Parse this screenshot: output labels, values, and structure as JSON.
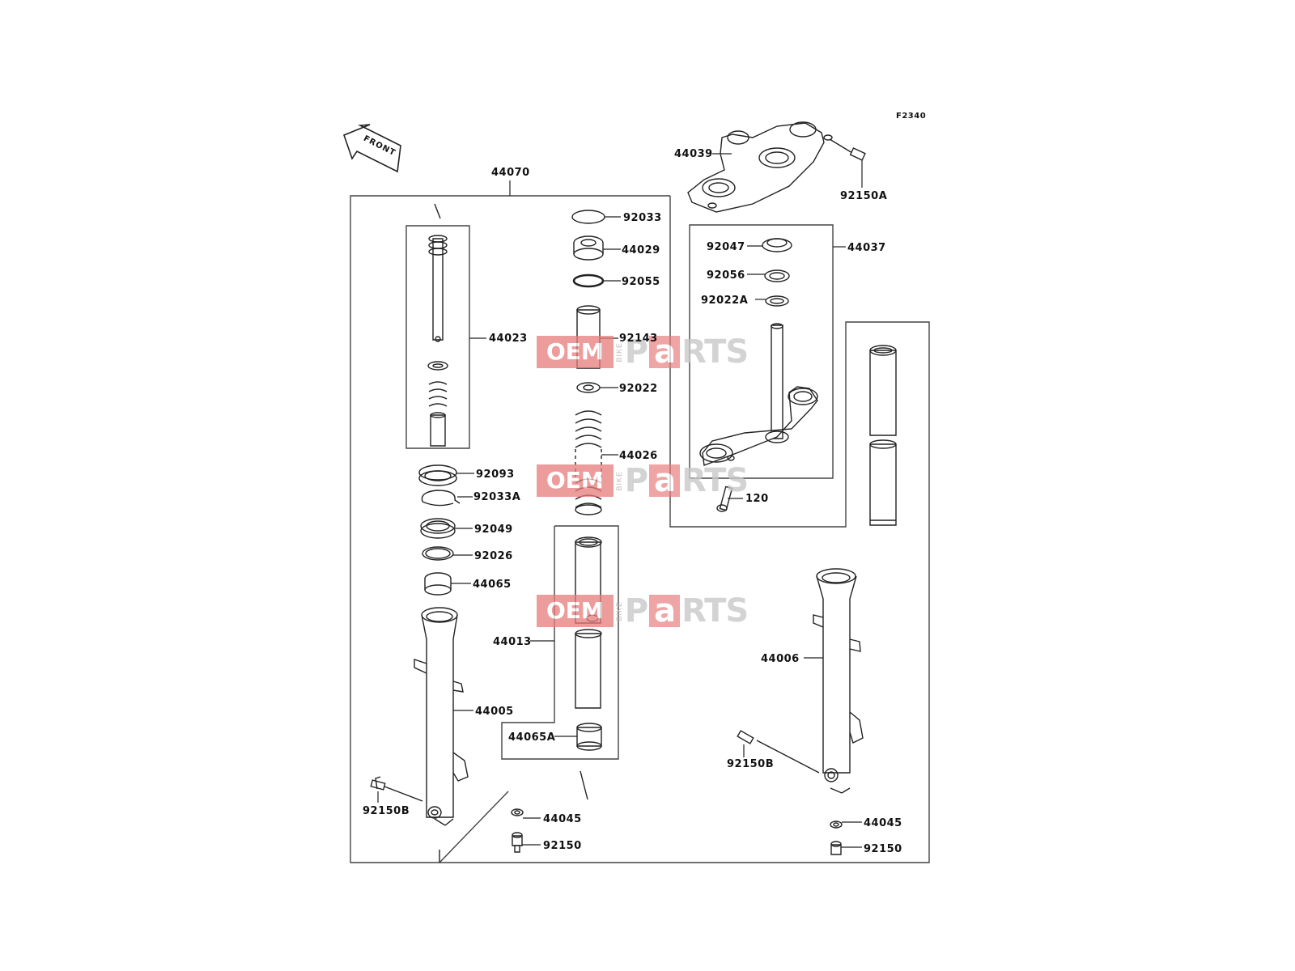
{
  "diagram": {
    "code": "F2340",
    "front_label": "FRONT",
    "labels": {
      "p44070": "44070",
      "p44039": "44039",
      "p92150A": "92150A",
      "p92033": "92033",
      "p44029": "44029",
      "p92055": "92055",
      "p92143": "92143",
      "p92022": "92022",
      "p44026": "44026",
      "p44037": "44037",
      "p92047": "92047",
      "p92056": "92056",
      "p92022A": "92022A",
      "p120": "120",
      "p44023": "44023",
      "p92093": "92093",
      "p92033A": "92033A",
      "p92049": "92049",
      "p92026": "92026",
      "p44065": "44065",
      "p44013": "44013",
      "p44005": "44005",
      "p44065A": "44065A",
      "p92150B_left": "92150B",
      "p44045_left": "44045",
      "p92150_left": "92150",
      "p44006": "44006",
      "p92150B_right": "92150B",
      "p44045_right": "44045",
      "p92150_right": "92150"
    }
  },
  "watermark": {
    "oem": "OEM",
    "bike": "BIKE",
    "p": "P",
    "a": "a",
    "rts": "RTS"
  }
}
